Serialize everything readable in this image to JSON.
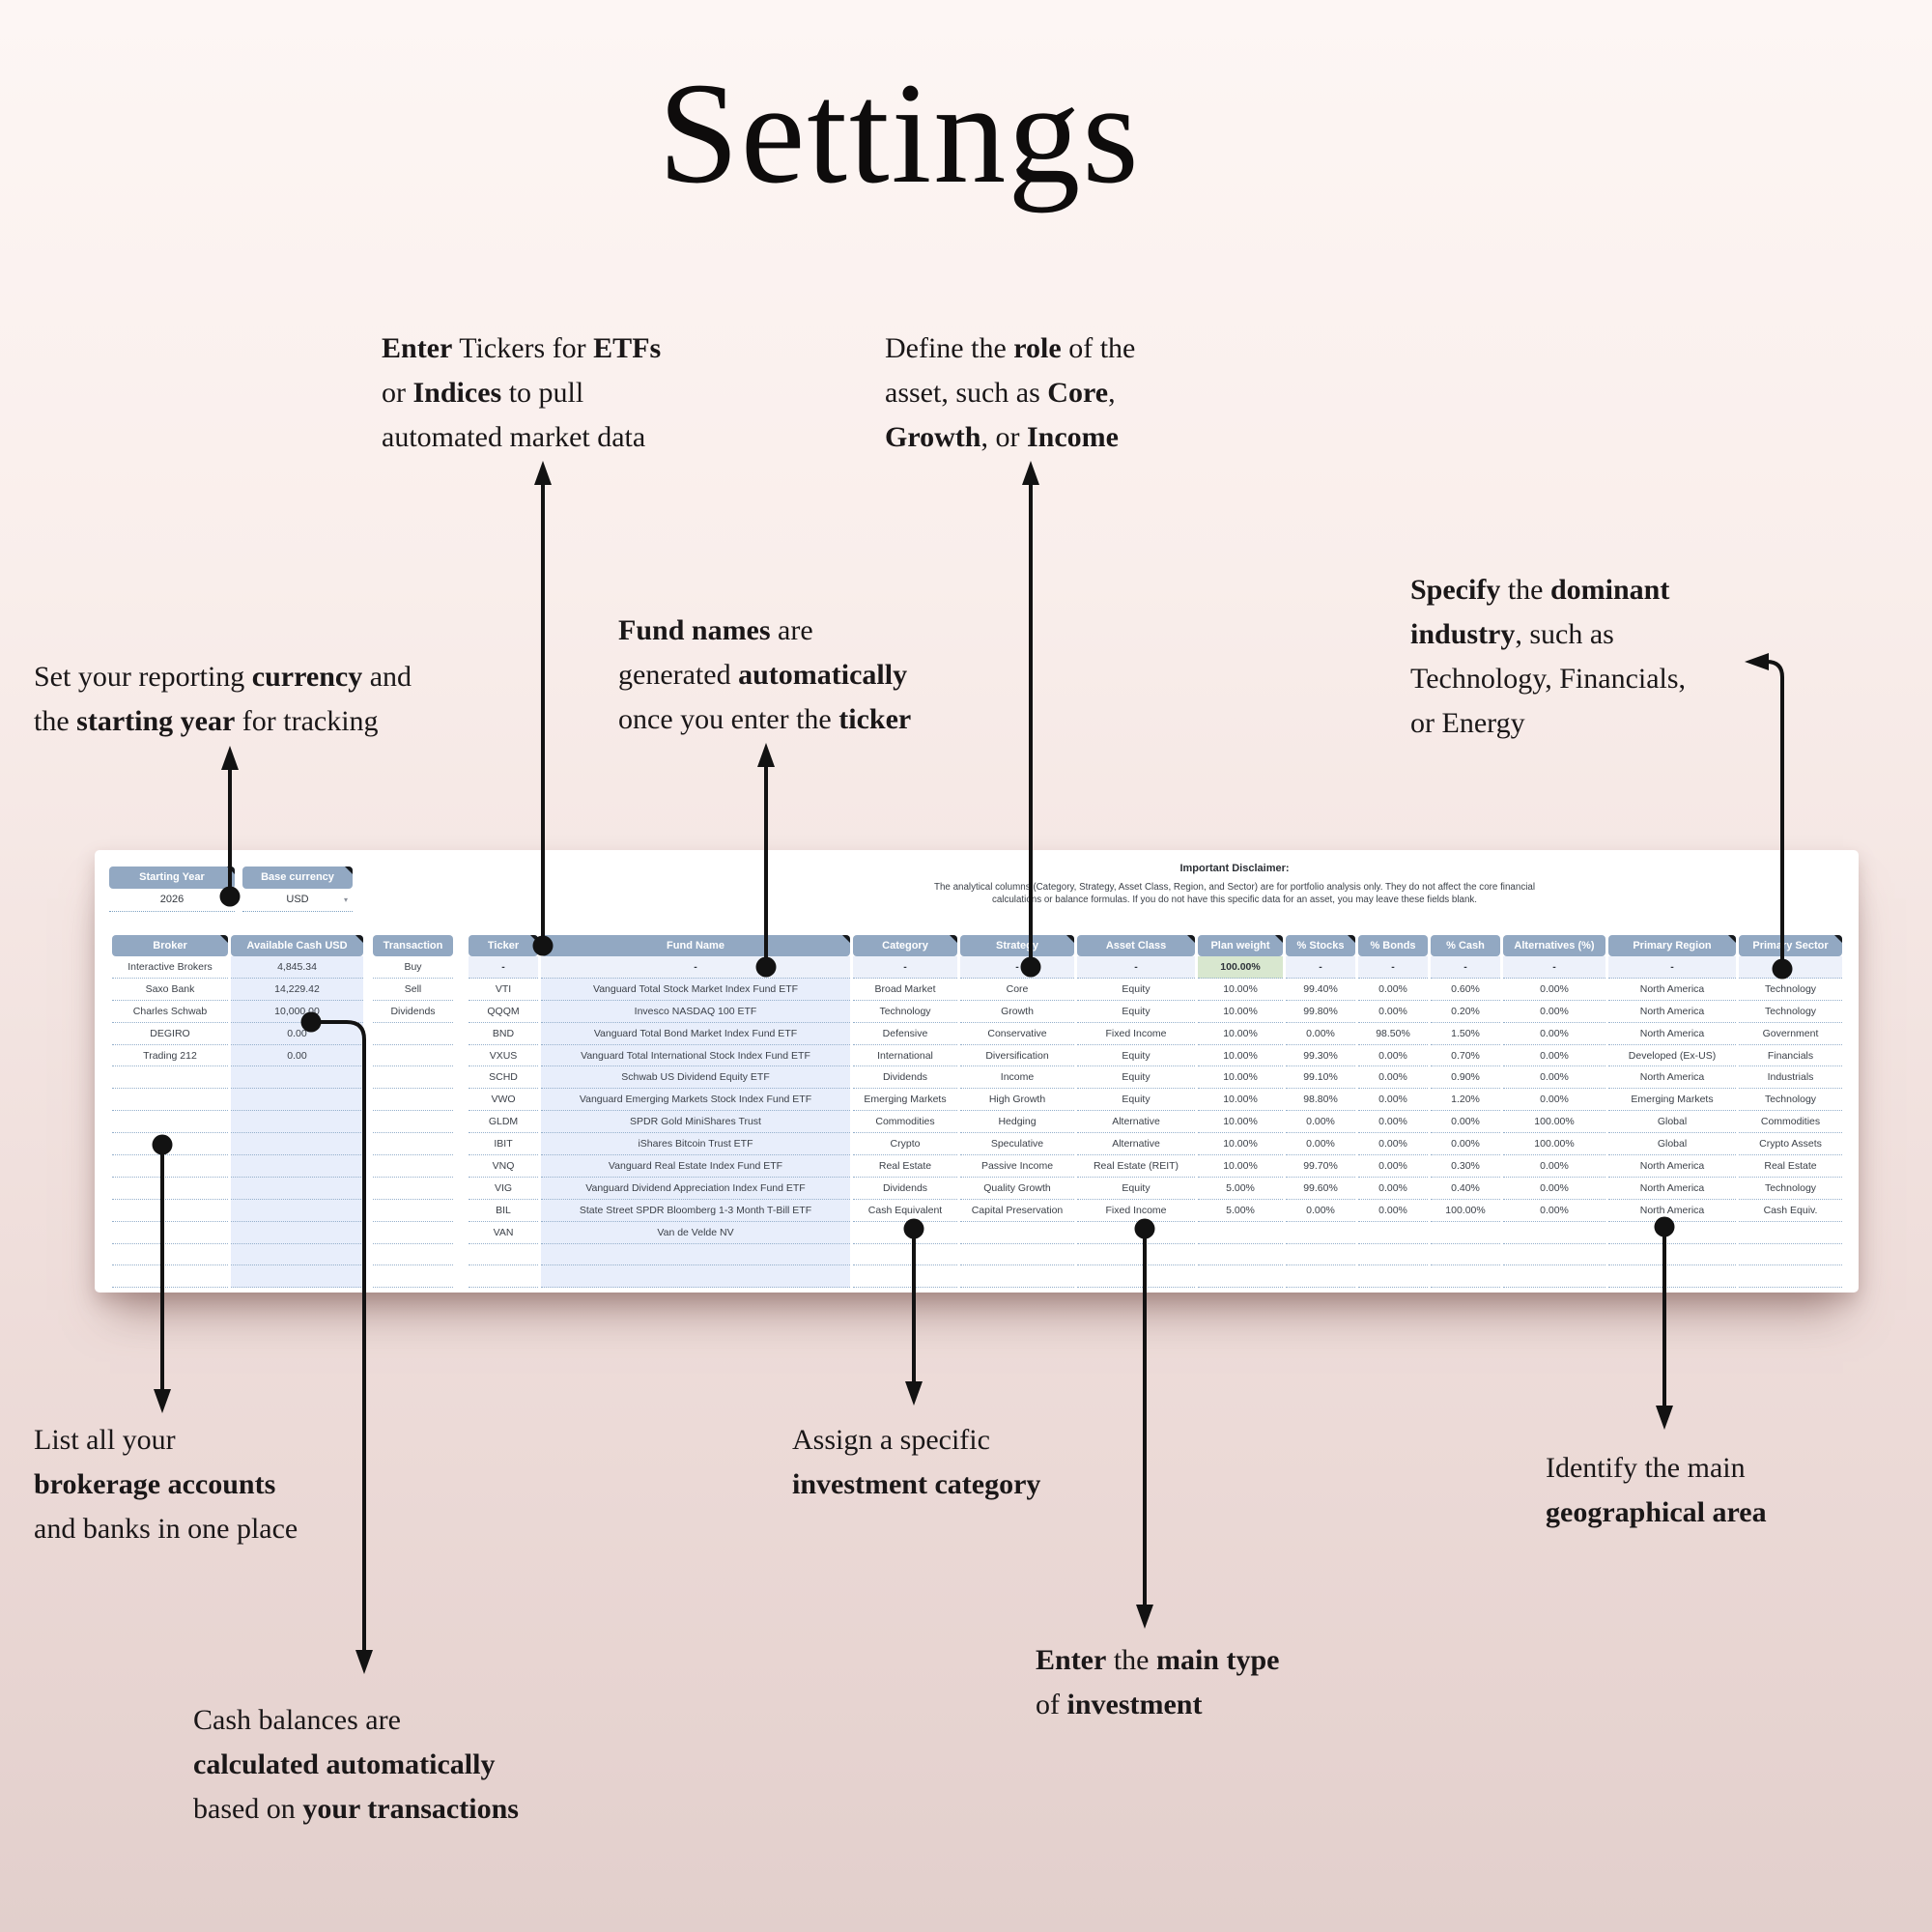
{
  "title": "Settings",
  "annotations": {
    "enter_tickers": {
      "lines": [
        "**Enter** Tickers for **ETFs**",
        "or **Indices** to pull",
        "automated market data"
      ]
    },
    "define_role": {
      "lines": [
        "Define the **role** of the",
        "asset, such as **Core**,",
        "**Growth**, or **Income**"
      ]
    },
    "specify_industry": {
      "lines": [
        "**Specify** the **dominant**",
        "**industry**, such as",
        "Technology, Financials,",
        "or Energy"
      ]
    },
    "set_currency": {
      "lines": [
        "Set your reporting **currency** and",
        "the **starting year** for tracking"
      ]
    },
    "fund_names": {
      "lines": [
        "**Fund names** are",
        "generated **automatically**",
        "once you enter the **ticker**"
      ]
    },
    "list_brokers": {
      "lines": [
        "List all your",
        "**brokerage accounts**",
        "and banks in one place"
      ]
    },
    "assign_category": {
      "lines": [
        "Assign a specific",
        "**investment category**"
      ]
    },
    "identify_region": {
      "lines": [
        "Identify the main",
        "**geographical area**"
      ]
    },
    "enter_main_type": {
      "lines": [
        "**Enter** the **main type**",
        "of **investment**"
      ]
    },
    "cash_balances": {
      "lines": [
        "Cash balances are",
        "**calculated automatically**",
        "based on **your transactions**"
      ]
    }
  },
  "sheet": {
    "config": {
      "starting_year": {
        "label": "Starting Year",
        "value": "2026"
      },
      "base_currency": {
        "label": "Base currency",
        "value": "USD"
      }
    },
    "broker_table": {
      "headers": [
        "Broker",
        "Available Cash USD"
      ],
      "rows": [
        [
          "Interactive Brokers",
          "4,845.34"
        ],
        [
          "Saxo Bank",
          "14,229.42"
        ],
        [
          "Charles Schwab",
          "10,000.00"
        ],
        [
          "DEGIRO",
          "0.00"
        ],
        [
          "Trading 212",
          "0.00"
        ]
      ],
      "empty_rows": 10
    },
    "transaction_table": {
      "header": "Transaction",
      "values": [
        "Buy",
        "Sell",
        "Dividends"
      ],
      "empty_rows": 12
    },
    "disclaimer": {
      "title": "Important Disclaimer:",
      "lines": [
        "The analytical columns (Category, Strategy, Asset Class, Region, and Sector) are for portfolio analysis only. They do not affect the core financial",
        "calculations or balance formulas. If you do not have this specific data for an asset, you may leave these fields blank."
      ]
    },
    "holdings_table": {
      "headers": [
        "Ticker",
        "Fund Name",
        "Category",
        "Strategy",
        "Asset Class",
        "Plan weight",
        "% Stocks",
        "% Bonds",
        "% Cash",
        "Alternatives (%)",
        "Primary Region",
        "Primary Sector"
      ],
      "rows": [
        [
          "-",
          "-",
          "-",
          "-",
          "-",
          "100.00%",
          "-",
          "-",
          "-",
          "-",
          "-",
          ""
        ],
        [
          "VTI",
          "Vanguard Total Stock Market Index Fund ETF",
          "Broad Market",
          "Core",
          "Equity",
          "10.00%",
          "99.40%",
          "0.00%",
          "0.60%",
          "0.00%",
          "North America",
          "Technology"
        ],
        [
          "QQQM",
          "Invesco NASDAQ 100 ETF",
          "Technology",
          "Growth",
          "Equity",
          "10.00%",
          "99.80%",
          "0.00%",
          "0.20%",
          "0.00%",
          "North America",
          "Technology"
        ],
        [
          "BND",
          "Vanguard Total Bond Market Index Fund ETF",
          "Defensive",
          "Conservative",
          "Fixed Income",
          "10.00%",
          "0.00%",
          "98.50%",
          "1.50%",
          "0.00%",
          "North America",
          "Government"
        ],
        [
          "VXUS",
          "Vanguard Total International Stock Index Fund ETF",
          "International",
          "Diversification",
          "Equity",
          "10.00%",
          "99.30%",
          "0.00%",
          "0.70%",
          "0.00%",
          "Developed (Ex-US)",
          "Financials"
        ],
        [
          "SCHD",
          "Schwab US Dividend Equity ETF",
          "Dividends",
          "Income",
          "Equity",
          "10.00%",
          "99.10%",
          "0.00%",
          "0.90%",
          "0.00%",
          "North America",
          "Industrials"
        ],
        [
          "VWO",
          "Vanguard Emerging Markets Stock Index Fund ETF",
          "Emerging Markets",
          "High Growth",
          "Equity",
          "10.00%",
          "98.80%",
          "0.00%",
          "1.20%",
          "0.00%",
          "Emerging Markets",
          "Technology"
        ],
        [
          "GLDM",
          "SPDR Gold MiniShares Trust",
          "Commodities",
          "Hedging",
          "Alternative",
          "10.00%",
          "0.00%",
          "0.00%",
          "0.00%",
          "100.00%",
          "Global",
          "Commodities"
        ],
        [
          "IBIT",
          "iShares Bitcoin Trust ETF",
          "Crypto",
          "Speculative",
          "Alternative",
          "10.00%",
          "0.00%",
          "0.00%",
          "0.00%",
          "100.00%",
          "Global",
          "Crypto Assets"
        ],
        [
          "VNQ",
          "Vanguard Real Estate Index Fund ETF",
          "Real Estate",
          "Passive Income",
          "Real Estate (REIT)",
          "10.00%",
          "99.70%",
          "0.00%",
          "0.30%",
          "0.00%",
          "North America",
          "Real Estate"
        ],
        [
          "VIG",
          "Vanguard Dividend Appreciation Index Fund ETF",
          "Dividends",
          "Quality Growth",
          "Equity",
          "5.00%",
          "99.60%",
          "0.00%",
          "0.40%",
          "0.00%",
          "North America",
          "Technology"
        ],
        [
          "BIL",
          "State Street SPDR Bloomberg 1-3 Month T-Bill ETF",
          "Cash Equivalent",
          "Capital Preservation",
          "Fixed Income",
          "5.00%",
          "0.00%",
          "0.00%",
          "100.00%",
          "0.00%",
          "North America",
          "Cash Equiv."
        ],
        [
          "VAN",
          "Van de Velde NV",
          "",
          "",
          "",
          "",
          "",
          "",
          "",
          "",
          "",
          ""
        ]
      ],
      "empty_rows": 2
    }
  },
  "colors": {
    "header_blue": "#92a8c2",
    "column_tint": "#e8eefb",
    "first_row_tint": "#edf1fa",
    "plan_weight_green": "#d8e7cf",
    "arrow": "#121212"
  }
}
